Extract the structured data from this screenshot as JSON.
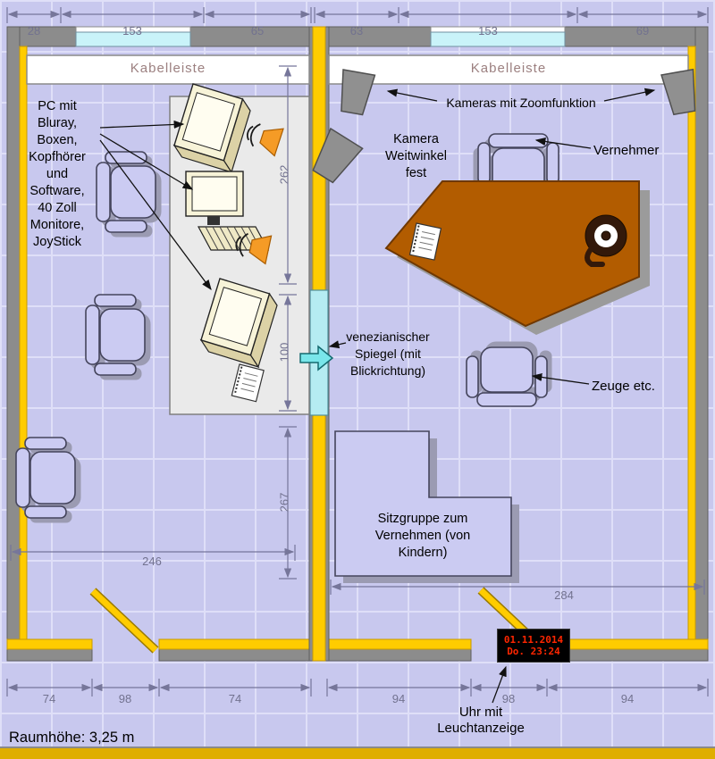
{
  "plan": {
    "kabelleiste": {
      "left": "Kabelleiste",
      "right": "Kabelleiste"
    },
    "room_height_note": "Raumhöhe: 3,25 m",
    "clock": {
      "date": "01.11.2014",
      "time": "Do. 23:24"
    },
    "labels": {
      "pc_block": {
        "lines": [
          "PC mit",
          "Bluray,",
          "Boxen,",
          "Kopfhörer",
          "und",
          "Software,",
          "40 Zoll",
          "Monitore,",
          "JoyStick"
        ]
      },
      "cameras_zoom": "Kameras mit Zoomfunktion",
      "camera_wide_lines": [
        "Kamera",
        "Weitwinkel",
        "fest"
      ],
      "interviewer": "Vernehmer",
      "mirror_lines": [
        "venezianischer",
        "Spiegel (mit",
        "Blickrichtung)"
      ],
      "witness": "Zeuge etc.",
      "seating_lines": [
        "Sitzgruppe zum",
        "Vernehmen (von",
        "Kindern)"
      ],
      "clock_label_lines": [
        "Uhr mit",
        "Leuchtanzeige"
      ]
    },
    "dimensions": {
      "top": [
        "28",
        "153",
        "65",
        "63",
        "153",
        "69"
      ],
      "bottom": [
        "74",
        "98",
        "74",
        "94",
        "98",
        "94"
      ],
      "vertical": [
        "262",
        "100",
        "267"
      ],
      "width_left": "246",
      "width_right": "284"
    },
    "colors": {
      "wall_gray": "#8c8c8c",
      "wall_yellow": "#ffcc00",
      "window_cyan": "#c9f3f9",
      "mirror_cyan": "#b5ecf2",
      "desk_brown": "#b25c00",
      "furniture_lavender": "#cbcbf2",
      "dimension_gray": "#76769a",
      "clock_bg": "#000000",
      "clock_text": "#ff2600"
    }
  }
}
